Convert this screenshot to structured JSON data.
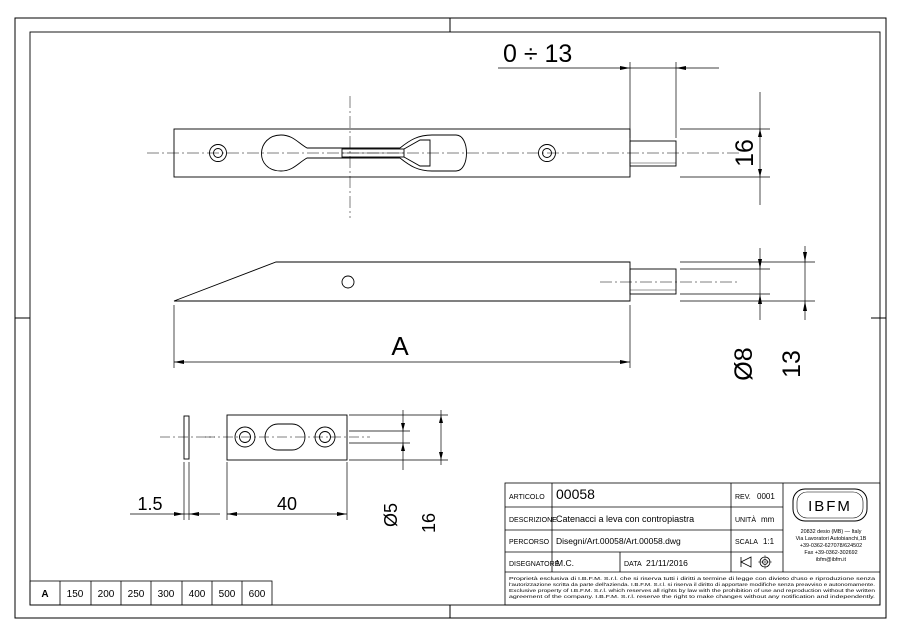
{
  "dimensions": {
    "stroke_range": "0 ÷ 13",
    "pin_height": "16",
    "length": "A",
    "pin_diameter": "Ø8",
    "bolt_height": "13",
    "plate_thickness": "1.5",
    "plate_length": "40",
    "hole_diameter": "Ø5",
    "plate_height": "16"
  },
  "title_block": {
    "articolo_label": "ARTICOLO",
    "articolo_value": "00058",
    "rev_label": "REV.",
    "rev_value": "0001",
    "descrizione_label": "DESCRIZIONE",
    "descrizione_value": "Catenacci a leva con contropiastra",
    "unita_label": "UNITÀ",
    "unita_value": "mm",
    "percorso_label": "PERCORSO",
    "percorso_value": "Disegni/Art.00058/Art.00058.dwg",
    "scala_label": "SCALA",
    "scala_value": "1:1",
    "disegnatore_label": "DISEGNATORE",
    "disegnatore_value": "M.C.",
    "data_label": "DATA",
    "data_value": "21/11/2016",
    "logo_text": "IBFM",
    "address": [
      "20832 desio (MB) — Italy",
      "Via Lavoratori Autobianchi,1B",
      "+39-0362-627078/624502",
      "Fax +39-0362-302692",
      "ibfm@ibfm.it"
    ],
    "legal": [
      "Proprietà esclusiva di I.B.F.M. S.r.l. che si riserva tutti i diritti a termine di legge con divieto d'uso e riproduzione senza",
      "l'autorizzazione scritta da parte dell'azienda. I.B.F.M. S.r.l. si riserva il diritto di apportare modifiche senza preavviso e autonomamente.",
      "Exclusive property of I.B.F.M. S.r.l. which reserves all rights by law with the prohibition of use and reproduction without the written",
      "agreement of the company. I.B.F.M. S.r.l. reserve the right to make changes without any notification and independently."
    ]
  },
  "size_table": {
    "header": "A",
    "values": [
      "150",
      "200",
      "250",
      "300",
      "400",
      "500",
      "600"
    ]
  }
}
